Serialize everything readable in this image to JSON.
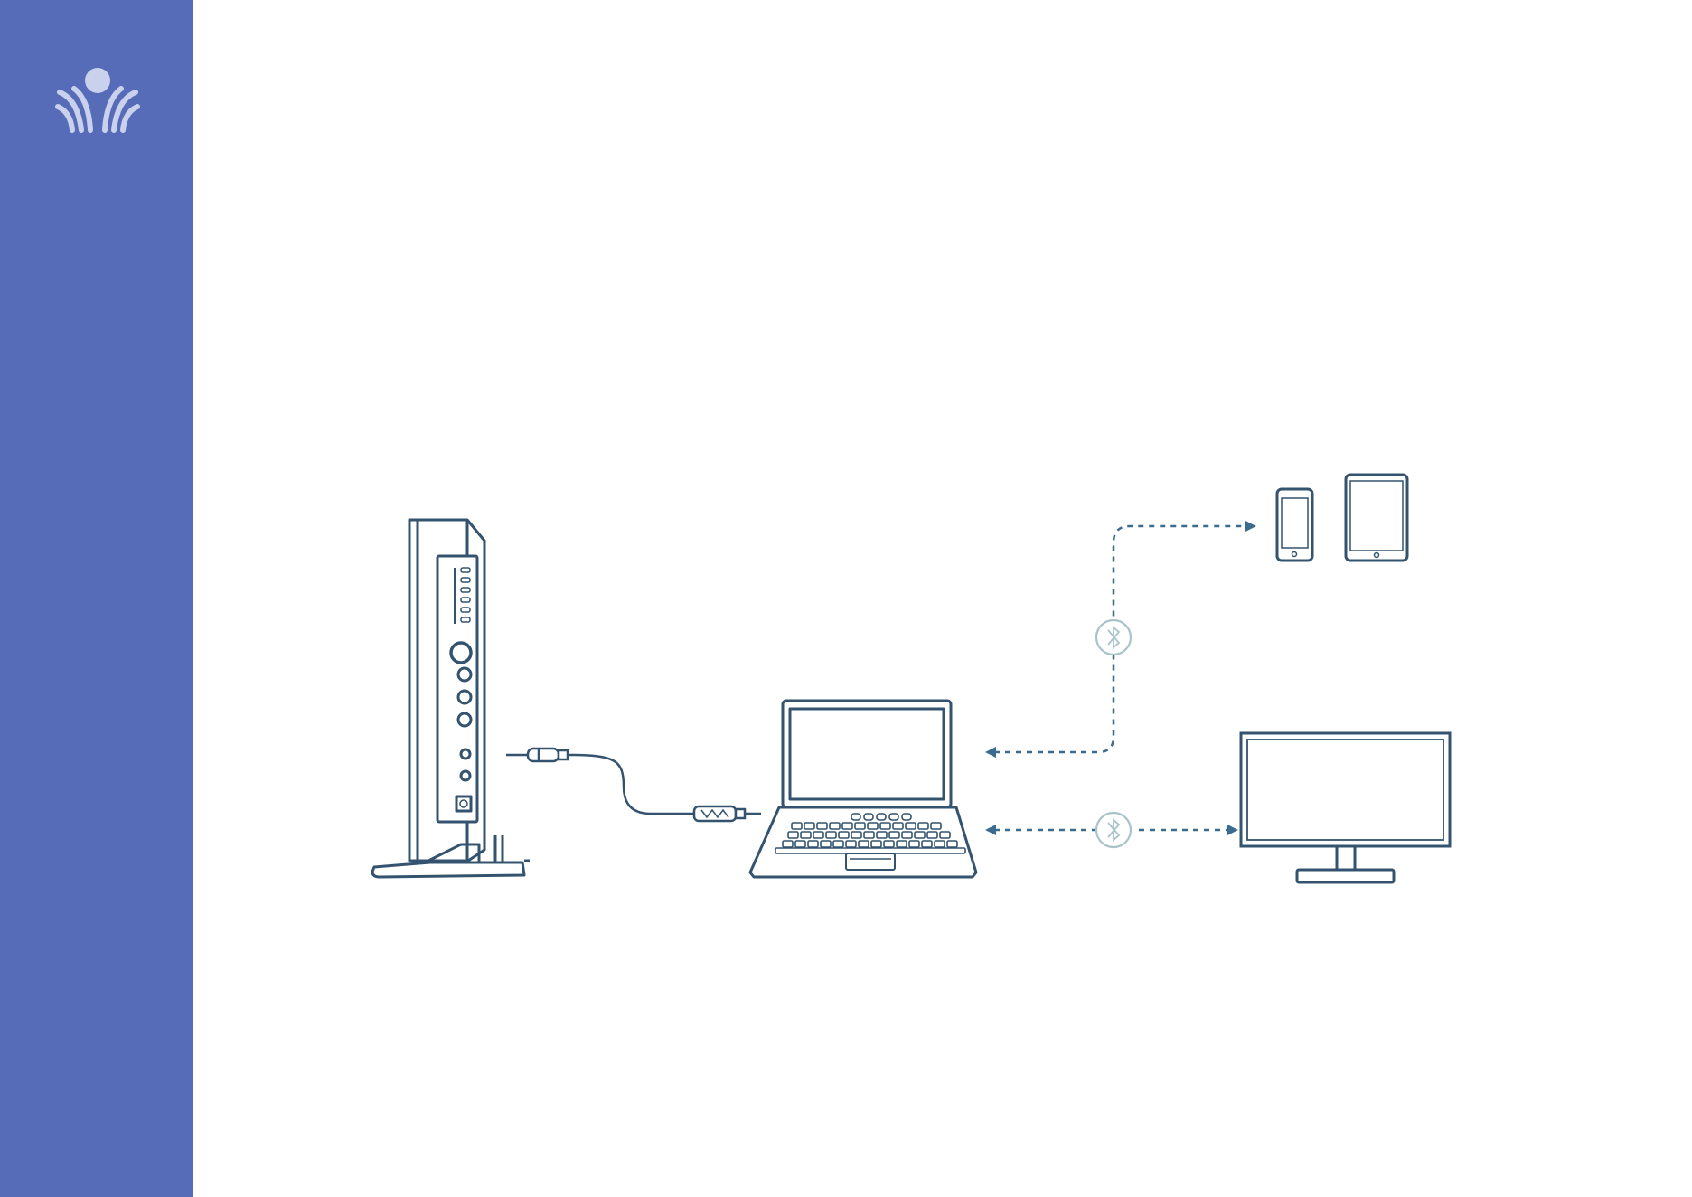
{
  "colors": {
    "sidebar": "#566cb8",
    "logo": "#c9d1ec",
    "line": "#34536e",
    "dashed": "#3b6b8e",
    "bluetooth_badge": "#a9c4c9"
  },
  "icons": {
    "logo": "brand-logo-icon",
    "bluetooth": "bluetooth-icon"
  },
  "diagram": {
    "nodes": [
      "tower-receiver",
      "laptop",
      "smartphone",
      "tablet",
      "monitor"
    ],
    "connections": [
      {
        "from": "tower-receiver",
        "to": "laptop",
        "kind": "audio-cable"
      },
      {
        "from": "laptop",
        "to": "smartphone-tablet",
        "kind": "bluetooth"
      },
      {
        "from": "laptop",
        "to": "monitor",
        "kind": "bluetooth"
      }
    ]
  }
}
